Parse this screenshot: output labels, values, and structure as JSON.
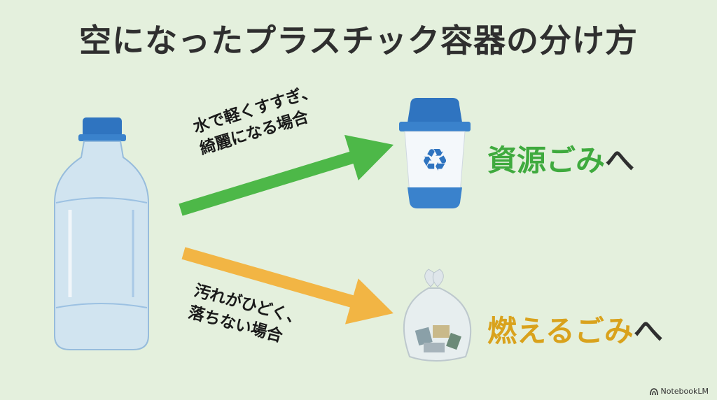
{
  "title": "空になったプラスチック容器の分け方",
  "paths": [
    {
      "condition_line1": "水で軽くすすぎ、",
      "condition_line2": "綺麗になる場合",
      "destination": "資源ごみ",
      "suffix": "へ",
      "color": "#4db848",
      "text_color": "#3faa3e",
      "icon": "recycle-bin-icon"
    },
    {
      "condition_line1": "汚れがひどく、",
      "condition_line2": "落ちない場合",
      "destination": "燃えるごみ",
      "suffix": "へ",
      "color": "#f2b544",
      "text_color": "#d9a21c",
      "icon": "trash-bag-icon"
    }
  ],
  "source_icon": "plastic-bottle-icon",
  "brand": "NotebookLM"
}
